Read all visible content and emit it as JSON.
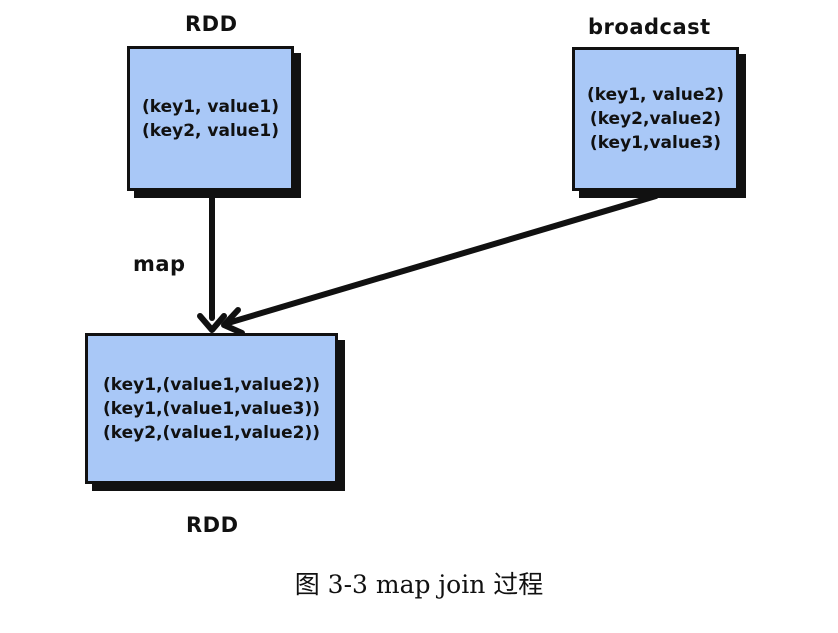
{
  "rdd_top": {
    "title": "RDD",
    "lines": [
      "(key1, value1)",
      "(key2, value1)"
    ]
  },
  "broadcast": {
    "title": "broadcast",
    "lines": [
      "(key1, value2)",
      "(key2,value2)",
      "(key1,value3)"
    ]
  },
  "map_label": "map",
  "rdd_bottom": {
    "title": "RDD",
    "lines": [
      "(key1,(value1,value2))",
      "(key1,(value1,value3))",
      "(key2,(value1,value2))"
    ]
  },
  "caption": "图 3-3 map join 过程",
  "colors": {
    "box_fill": "#a9c8f7",
    "stroke": "#111111"
  }
}
